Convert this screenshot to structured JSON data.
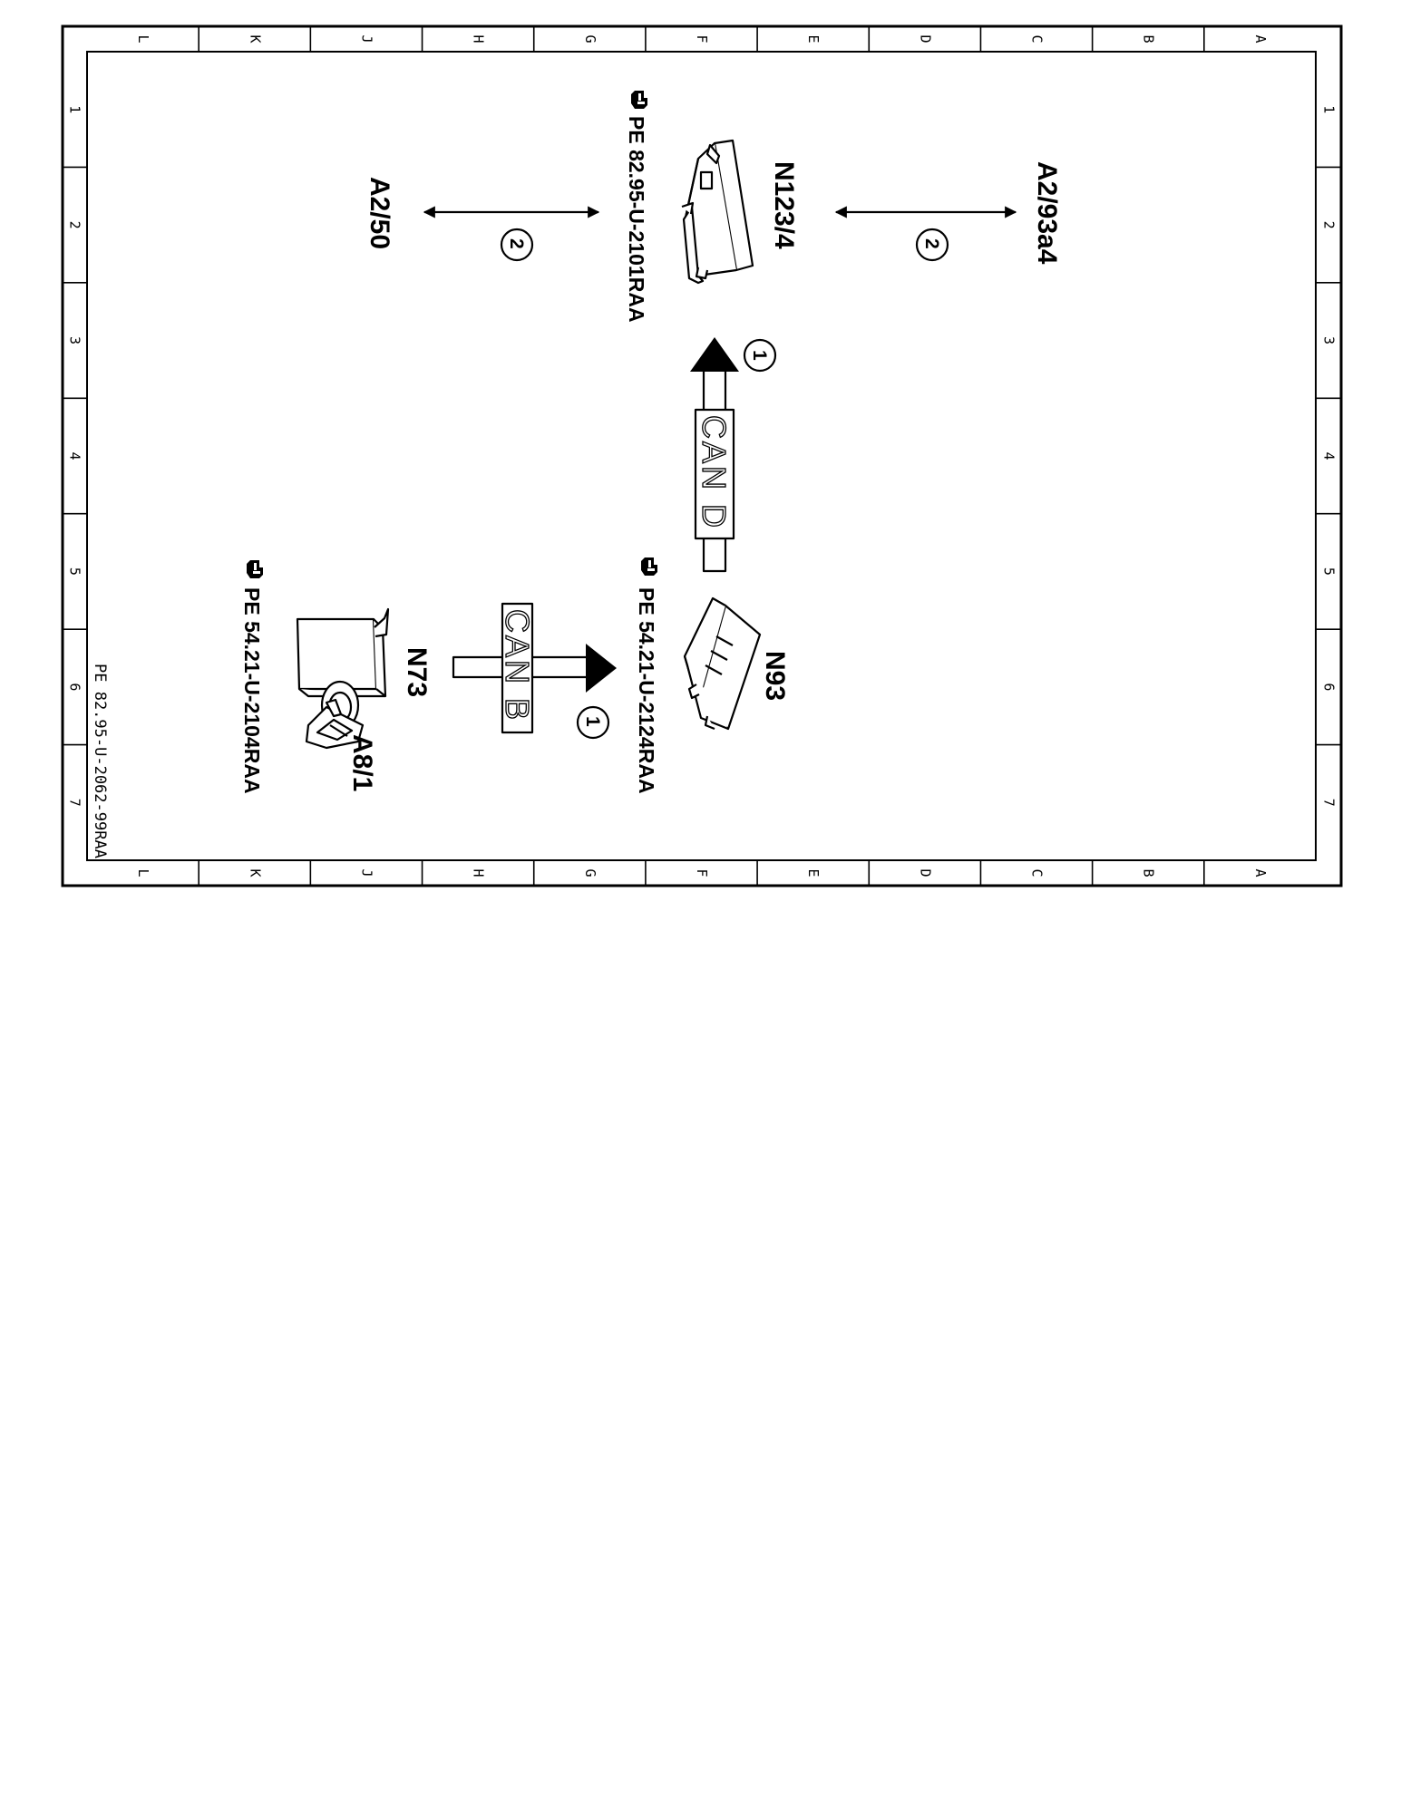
{
  "frame": {
    "column_letters": [
      "L",
      "K",
      "J",
      "H",
      "G",
      "F",
      "E",
      "D",
      "C",
      "B",
      "A"
    ],
    "row_numbers": [
      "1",
      "2",
      "3",
      "4",
      "5",
      "6",
      "7"
    ],
    "doc_id": "PE 82.95-U-2062-99RAA"
  },
  "components": {
    "n123_4": "N123/4",
    "a2_93a4": "A2/93a4",
    "a2_50": "A2/50",
    "n93": "N93",
    "n73": "N73",
    "a8_1": "A8/1"
  },
  "references": {
    "n123_4_ref": "PE  82.95-U-2101RAA",
    "n93_ref": "PE  54.21-U-2124RAA",
    "n73_ref": "PE  54.21-U-2104RAA"
  },
  "buses": {
    "can_d": "CAN D",
    "can_b": "CAN B"
  },
  "markers": {
    "marker_1": "1",
    "marker_2": "2"
  },
  "icon_names": [
    "reference-hand-icon"
  ]
}
